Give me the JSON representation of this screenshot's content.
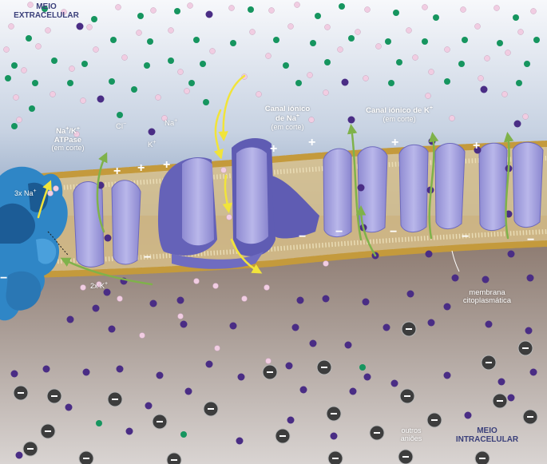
{
  "labels": {
    "meio_extracelular": [
      "MEIO",
      "EXTRACELULAR"
    ],
    "meio_intracelular": [
      "MEIO",
      "INTRACELULAR"
    ],
    "atpase": {
      "line1": "Na",
      "line1_sup": "+",
      "sep": "/K",
      "line1_sup2": "+",
      "line2": "ATPase",
      "line3": "(em corte)"
    },
    "canal_na": {
      "line1": "Canal iónico",
      "line2": "de Na",
      "line2_sup": "+",
      "line3": "(em corte)"
    },
    "canal_k": {
      "line1": "Canal iónico de K",
      "line1_sup": "+",
      "line2": "(em corte)"
    },
    "ion_cl": {
      "text": "Cl",
      "sup": "−"
    },
    "ion_na": {
      "text": "Na",
      "sup": "+"
    },
    "ion_k": {
      "text": "K",
      "sup": "+"
    },
    "pump_in": {
      "text": "3x Na",
      "sup": "+"
    },
    "pump_out": {
      "text": "2x K",
      "sup": "+"
    },
    "membrana": [
      "membrana",
      "citoplasmática"
    ],
    "outros": [
      "outros",
      "aniões"
    ],
    "plus": "+",
    "minus": "−"
  },
  "colors": {
    "extracellular_top": "#f6f7fa",
    "extracellular_bottom": "#8ea4c2",
    "intracellular_top": "#8e7b70",
    "intracellular_bottom": "#d2ccc8",
    "membrane_head": "#c49a3c",
    "channel": "#a9a6df",
    "channel_dark": "#5c5cb0",
    "pump": "#2f86c6",
    "pump_dark": "#1c5c96",
    "k_ion": "#4a2d85",
    "na_ion": "#f1cde2",
    "cl_ion": "#16955f",
    "anion": "#444444",
    "arrow_green": "#7fb24a",
    "arrow_yellow": "#f1e43a",
    "label_dark": "#3a3f7a"
  }
}
